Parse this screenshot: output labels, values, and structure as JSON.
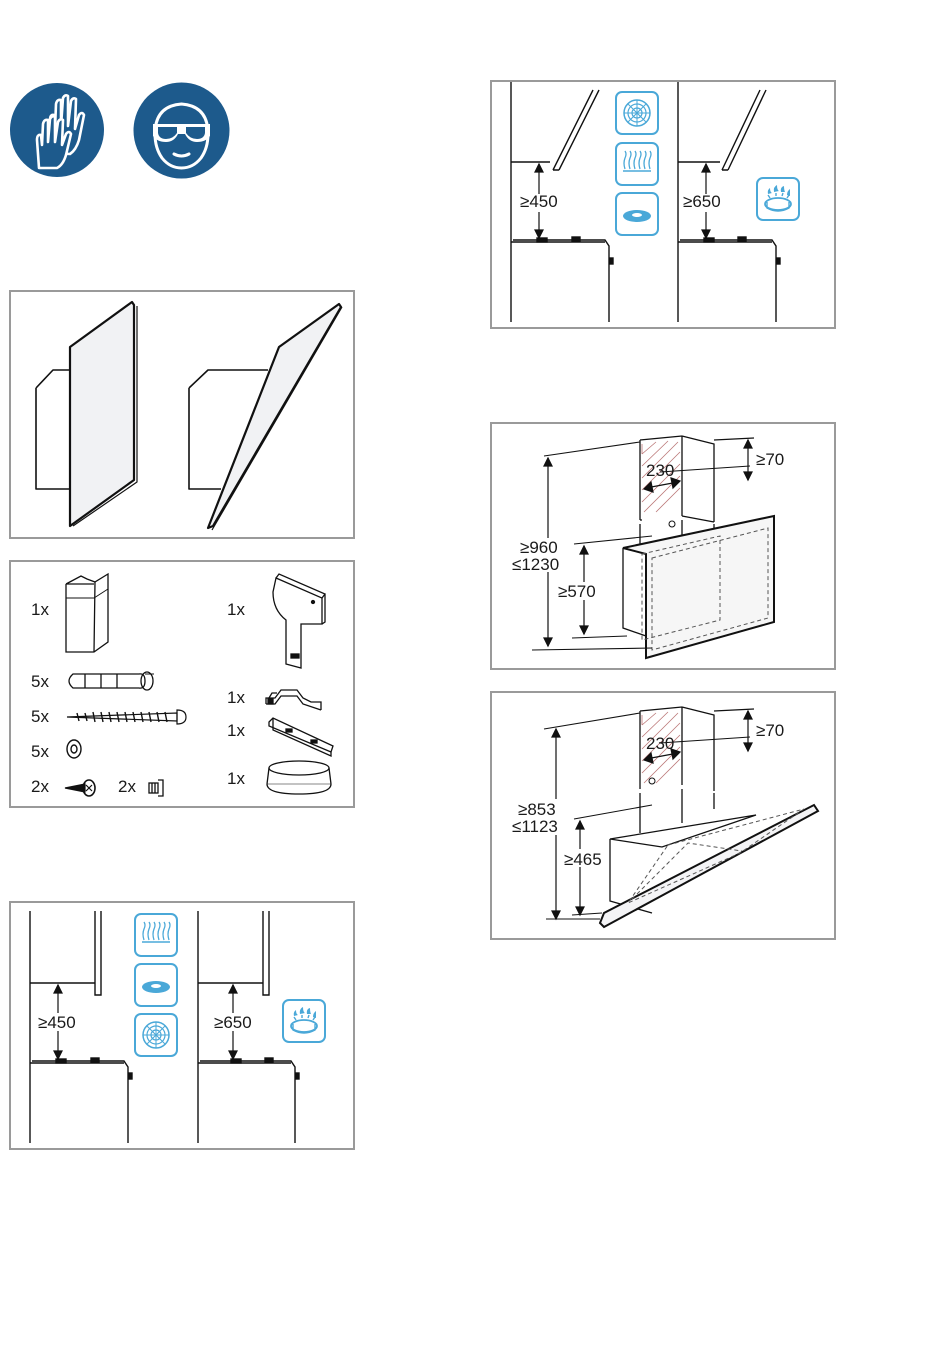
{
  "safety_icons": [
    {
      "icon": "gloves-icon"
    },
    {
      "icon": "safety-goggles-icon"
    }
  ],
  "colors": {
    "safety_blue": "#1d5a8c",
    "hob_icon_blue": "#4aa8d8",
    "frame_grey": "#9a9a9a",
    "glass_fill": "#f1f2f4"
  },
  "parts_list": {
    "left": [
      {
        "qty": "1x",
        "part": "chimney-duct-icon"
      },
      {
        "qty": "5x",
        "part": "wall-plug-icon"
      },
      {
        "qty": "5x",
        "part": "screw-icon"
      },
      {
        "qty": "5x",
        "part": "washer-icon"
      },
      {
        "qty": "2x",
        "part": "short-screw-icon"
      }
    ],
    "left_extra": {
      "qty": "2x",
      "part": "small-screw-icon"
    },
    "right": [
      {
        "qty": "1x",
        "part": "mounting-bracket-icon"
      },
      {
        "qty": "1x",
        "part": "clip-icon"
      },
      {
        "qty": "1x",
        "part": "rail-icon"
      },
      {
        "qty": "1x",
        "part": "air-outlet-ring-icon"
      }
    ]
  },
  "clearances_top": {
    "electric": "≥450",
    "gas": "≥650",
    "electric_icons": [
      "fan-hob-icon",
      "radiant-hob-icon",
      "induction-hob-icon"
    ],
    "gas_icons": [
      "gas-burner-icon"
    ]
  },
  "clearances_bottom": {
    "electric": "≥450",
    "gas": "≥650",
    "electric_icons": [
      "radiant-hob-icon",
      "induction-hob-icon",
      "fan-hob-icon"
    ],
    "gas_icons": [
      "gas-burner-icon"
    ]
  },
  "dimensions_vertical": {
    "top_gap": "≥70",
    "width": "230",
    "total_line1": "≥960",
    "total_line2": "≤1230",
    "hood": "≥570"
  },
  "dimensions_angled": {
    "top_gap": "≥70",
    "width": "230",
    "total_line1": "≥853",
    "total_line2": "≤1123",
    "hood": "≥465"
  }
}
